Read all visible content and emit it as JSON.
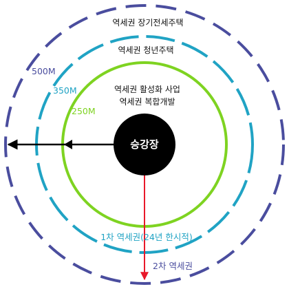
{
  "diagram": {
    "center_label": "승강장",
    "zones": {
      "outer": "역세권 장기전세주택",
      "middle": "역세권 청년주택",
      "inner_line1": "역세권 활성화 사업",
      "inner_line2": "역세권 복합개발"
    },
    "radii": {
      "r500": "500M",
      "r350": "350M",
      "r250": "250M"
    },
    "tiers": {
      "first": "1차 역세권(24년 한시적)",
      "second": "2차 역세권"
    },
    "colors": {
      "ring_500": "#4a4d9e",
      "ring_350": "#20a3c4",
      "ring_250": "#7ed321",
      "center": "#000000",
      "arrow_left": "#000000",
      "arrow_down": "#e8182a",
      "text_500": "#4a4d9e",
      "text_350": "#20a3c4",
      "text_250": "#7ed321"
    }
  }
}
